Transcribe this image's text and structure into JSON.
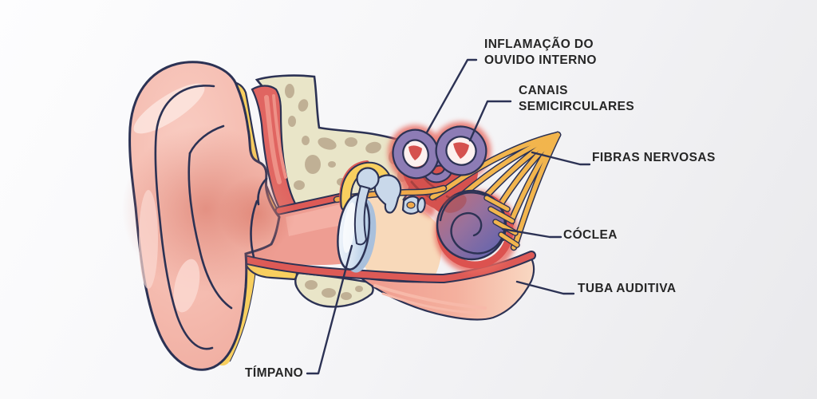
{
  "diagram": {
    "subject": "Corte anatômico da orelha humana com inflamação do ouvido interno",
    "labels": {
      "inflammation": {
        "line1": "INFLAMAÇÃO DO",
        "line2": "OUVIDO INTERNO"
      },
      "canals": {
        "line1": "CANAIS",
        "line2": "SEMICIRCULARES"
      },
      "fibers": {
        "text": "FIBRAS NERVOSAS"
      },
      "cochlea": {
        "text": "CÓCLEA"
      },
      "tube": {
        "text": "TUBA AUDITIVA"
      },
      "eardrum": {
        "text": "TÍMPANO"
      }
    },
    "colors": {
      "outline_navy": "#2c3254",
      "label_text": "#262626",
      "ear_pink": "#f5bcb0",
      "skin_yellow": "#f8cf5f",
      "muscle_red": "#dd5a56",
      "bone_beige": "#e9e5c8",
      "bone_spots": "#bcab90",
      "canal_purple": "#8d7cb5",
      "inflammation_glow": "#e8685f",
      "vestibule_red": "#d5514e",
      "cochlea_purple": "#6a66ac",
      "nerve_yellow": "#f2b54d",
      "eardrum_blue": "#c7d9ec",
      "middle_ear_peach": "#f8d9ba"
    }
  }
}
